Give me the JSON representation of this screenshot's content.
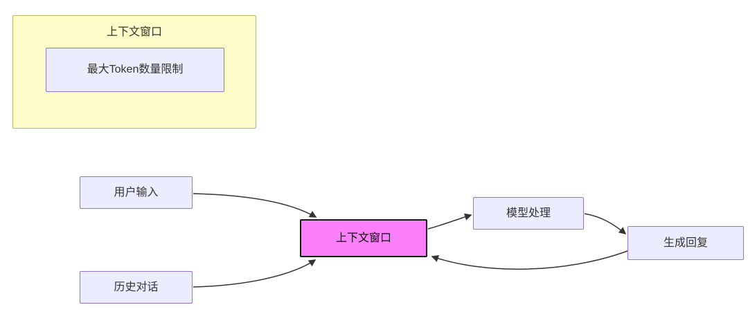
{
  "diagram": {
    "type": "flowchart",
    "subgraph": {
      "title": "上下文窗口",
      "node": "最大Token数量限制"
    },
    "nodes": {
      "user_input": "用户输入",
      "history_dialogue": "历史对话",
      "context_window": "上下文窗口",
      "model_processing": "模型处理",
      "generate_reply": "生成回复"
    },
    "edges": [
      {
        "from": "用户输入",
        "to": "上下文窗口"
      },
      {
        "from": "历史对话",
        "to": "上下文窗口"
      },
      {
        "from": "上下文窗口",
        "to": "模型处理"
      },
      {
        "from": "模型处理",
        "to": "生成回复"
      },
      {
        "from": "生成回复",
        "to": "上下文窗口"
      }
    ],
    "colors": {
      "subgraph_fill": "#FDFDC9",
      "subgraph_border": "#B9B96A",
      "node_fill": "#ECECFF",
      "node_border": "#9370DB",
      "highlight_fill": "#FB7EFB",
      "highlight_border": "#1A1A1A",
      "arrow": "#333333",
      "background": "#FFFFFF"
    }
  }
}
